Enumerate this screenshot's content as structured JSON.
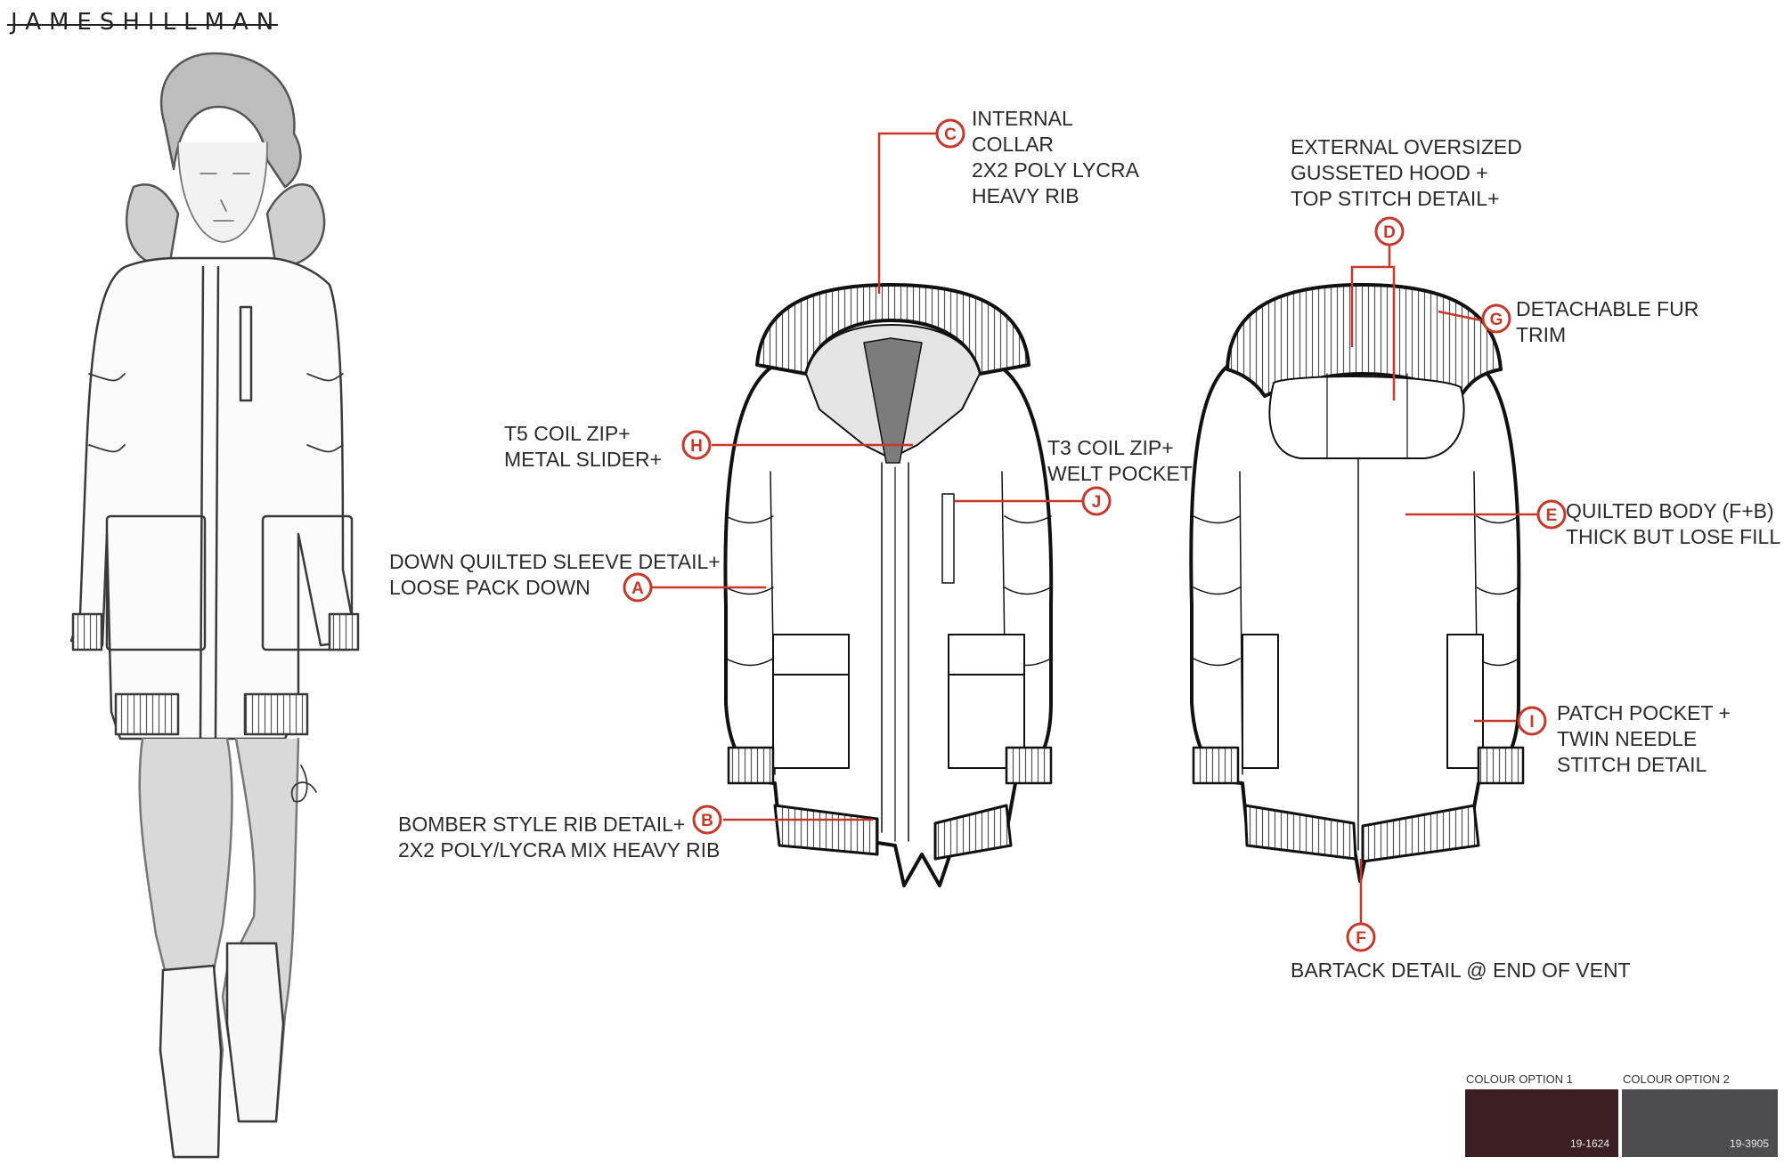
{
  "brand": "JAMESHILLMAN",
  "colors": {
    "callout": "#c8382a",
    "option1": "#3c1f22",
    "option2": "#4d4d4f"
  },
  "callouts": {
    "A": {
      "letter": "A",
      "lines": [
        "DOWN QUILTED SLEEVE DETAIL+",
        "LOOSE PACK DOWN"
      ]
    },
    "B": {
      "letter": "B",
      "lines": [
        "BOMBER STYLE RIB DETAIL+",
        "2X2 POLY/LYCRA MIX HEAVY RIB"
      ]
    },
    "C": {
      "letter": "C",
      "lines": [
        "INTERNAL",
        "COLLAR",
        "2X2 POLY LYCRA",
        "HEAVY RIB"
      ]
    },
    "D": {
      "letter": "D",
      "lines": [
        "EXTERNAL OVERSIZED",
        "GUSSETED HOOD +",
        "TOP STITCH DETAIL+"
      ]
    },
    "E": {
      "letter": "E",
      "lines": [
        "QUILTED BODY (F+B)",
        "THICK BUT LOSE FILL"
      ]
    },
    "F": {
      "letter": "F",
      "lines": [
        "BARTACK DETAIL @ END OF VENT"
      ]
    },
    "G": {
      "letter": "G",
      "lines": [
        "DETACHABLE FUR",
        "TRIM"
      ]
    },
    "H": {
      "letter": "H",
      "lines": [
        "T5 COIL ZIP+",
        "METAL SLIDER+"
      ]
    },
    "I": {
      "letter": "I",
      "lines": [
        "PATCH POCKET +",
        "TWIN NEEDLE",
        "STITCH DETAIL"
      ]
    },
    "J": {
      "letter": "J",
      "lines": [
        "T3 COIL ZIP+",
        "WELT POCKET"
      ]
    }
  },
  "colour_options": [
    {
      "label": "COLOUR OPTION 1",
      "code": "19-1624"
    },
    {
      "label": "COLOUR OPTION 2",
      "code": "19-3905"
    }
  ]
}
